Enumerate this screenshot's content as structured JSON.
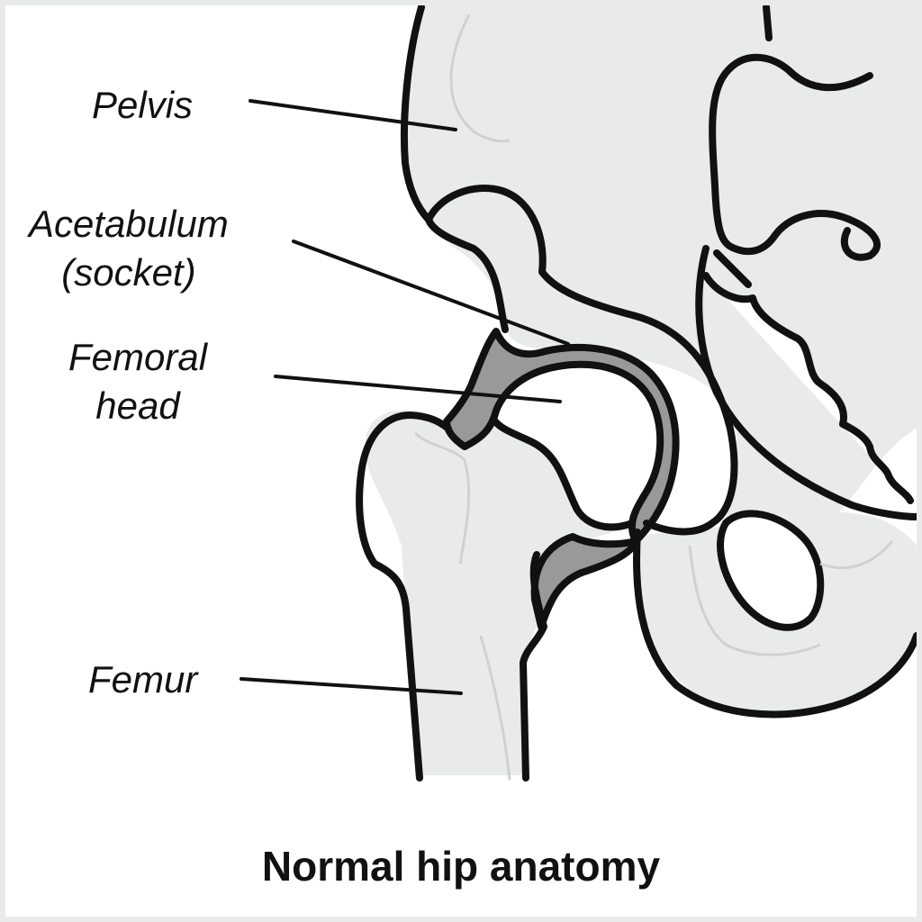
{
  "labels": {
    "pelvis": "Pelvis",
    "acetabulum_line1": "Acetabulum",
    "acetabulum_line2": "(socket)",
    "femoral_head_line1": "Femoral",
    "femoral_head_line2": "head",
    "femur": "Femur"
  },
  "caption": "Normal hip anatomy",
  "colors": {
    "bone_fill": "#e9ebea",
    "cartilage_fill": "#999999",
    "outline": "#111111",
    "inner_contour": "#cfd2d1"
  }
}
